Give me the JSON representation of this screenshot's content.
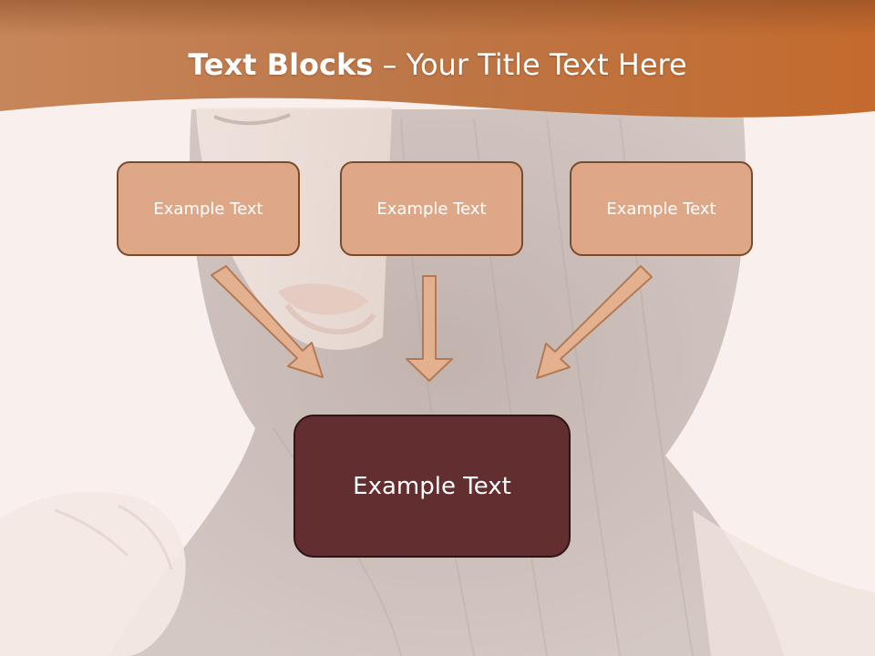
{
  "slide": {
    "title_bold": "Text Blocks",
    "title_separator": "–",
    "title_rest": "Your Title Text Here"
  },
  "boxes": [
    {
      "label": "Example Text"
    },
    {
      "label": "Example Text"
    },
    {
      "label": "Example Text"
    }
  ],
  "main_box": {
    "label": "Example Text"
  },
  "colors": {
    "header_band": "#c5703a",
    "box_fill": "#dea888",
    "box_border": "#7a4a2c",
    "main_box_fill": "#632e30",
    "arrow_fill": "#e3b190"
  }
}
